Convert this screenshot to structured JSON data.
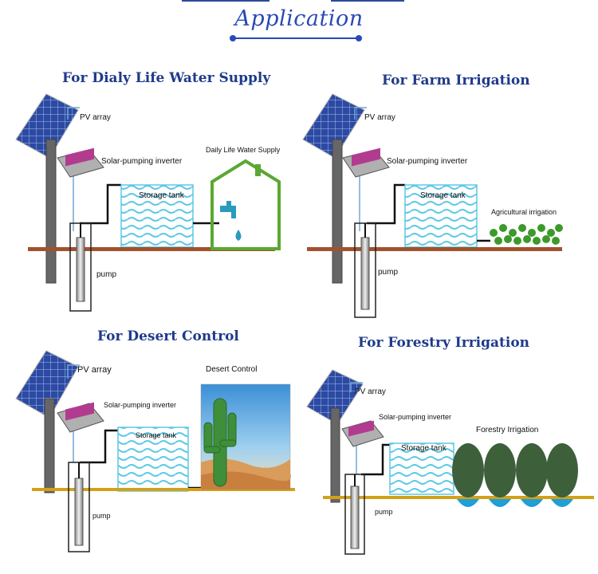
{
  "header": {
    "title": "Application"
  },
  "panels": {
    "p1": {
      "title": "For Dialy Life Water Supply",
      "pv": "PV array",
      "inverter": "Solar-pumping inverter",
      "tank": "Storage tank",
      "pump": "pump",
      "use": "Daily Life Water Supply"
    },
    "p2": {
      "title": "For Farm Irrigation",
      "pv": "PV array",
      "inverter": "Solar-pumping inverter",
      "tank": "Storage tank",
      "pump": "pump",
      "use": "Agricultural irrigation"
    },
    "p3": {
      "title": "For Desert Control",
      "pv": "PV array",
      "inverter": "Solar-pumping inverter",
      "tank": "Storage tank",
      "pump": "pump",
      "use": "Desert Control"
    },
    "p4": {
      "title": "For Forestry Irrigation",
      "pv": "PV array",
      "inverter": "Solar-pumping inverter",
      "tank": "Storage tank",
      "pump": "pump",
      "use": "Forestry Irrigation"
    }
  },
  "colors": {
    "title_blue": "#1e3a8a",
    "ground_brown": "#a0522d",
    "ground_gold": "#d4a017",
    "panel_blue": "#2f4aa8",
    "wave_cyan": "#5bc8e6",
    "house_green": "#5aa832",
    "plant_green": "#3c9a2a"
  },
  "icons": [
    "solar-panel-icon",
    "inverter-icon",
    "storage-tank-icon",
    "pump-icon",
    "house-icon",
    "faucet-icon",
    "plants-icon",
    "cactus-icon",
    "trees-icon"
  ]
}
